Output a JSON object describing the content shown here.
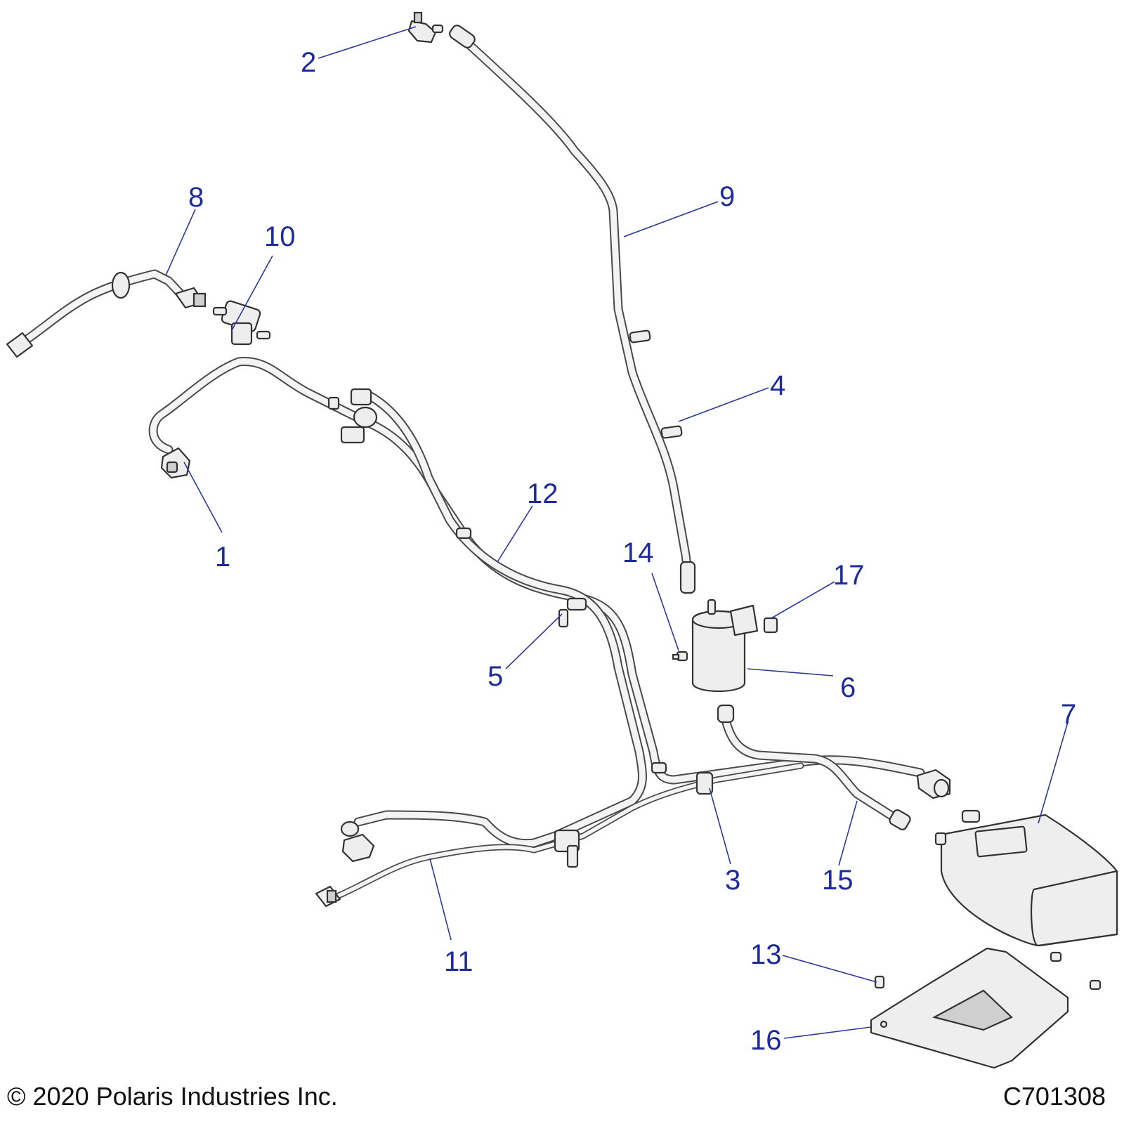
{
  "callouts": {
    "c1": "1",
    "c2": "2",
    "c3": "3",
    "c4": "4",
    "c5": "5",
    "c6": "6",
    "c7": "7",
    "c8": "8",
    "c9": "9",
    "c10": "10",
    "c11": "11",
    "c12": "12",
    "c13": "13",
    "c14": "14",
    "c15": "15",
    "c16": "16",
    "c17": "17"
  },
  "footer": {
    "copyright": "© 2020 Polaris Industries Inc.",
    "drawing_id": "C701308"
  },
  "colors": {
    "callout_text": "#1d2a99",
    "leader_line": "#2a3a9a",
    "line_art": "#333333"
  }
}
